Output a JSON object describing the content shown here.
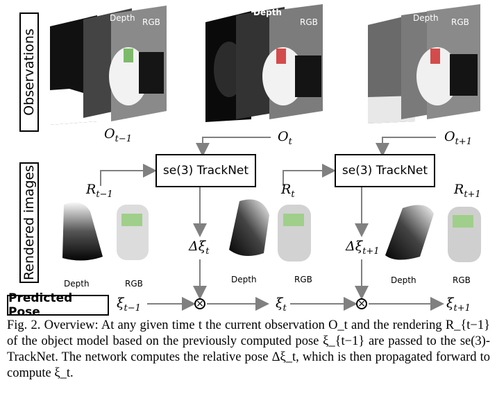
{
  "row_labels": {
    "observations": "Observations",
    "rendered": "Rendered images",
    "predicted": "Predicted Pose"
  },
  "panel_labels": {
    "depth": "Depth",
    "rgb": "RGB"
  },
  "math": {
    "o_prev": "O",
    "o_prev_sub": "t−1",
    "o_cur": "O",
    "o_cur_sub": "t",
    "o_next": "O",
    "o_next_sub": "t+1",
    "r_prev": "R",
    "r_prev_sub": "t−1",
    "r_cur": "R",
    "r_cur_sub": "t",
    "r_next": "R",
    "r_next_sub": "t+1",
    "dxi_t": "Δξ",
    "dxi_t_sub": "t",
    "dxi_next": "Δξ",
    "dxi_next_sub": "t+1",
    "xi_prev": "ξ",
    "xi_prev_sub": "t−1",
    "xi_cur": "ξ",
    "xi_cur_sub": "t",
    "xi_next": "ξ",
    "xi_next_sub": "t+1"
  },
  "tracknet_label": "se(3) TrackNet",
  "caption": "Fig. 2.   Overview: At any given time t the current observation O_t and the rendering R_{t−1} of the object model based on the previously computed pose ξ_{t−1} are passed to the se(3)-TrackNet. The network computes the relative pose Δξ_t, which is then propagated forward to compute ξ_t."
}
